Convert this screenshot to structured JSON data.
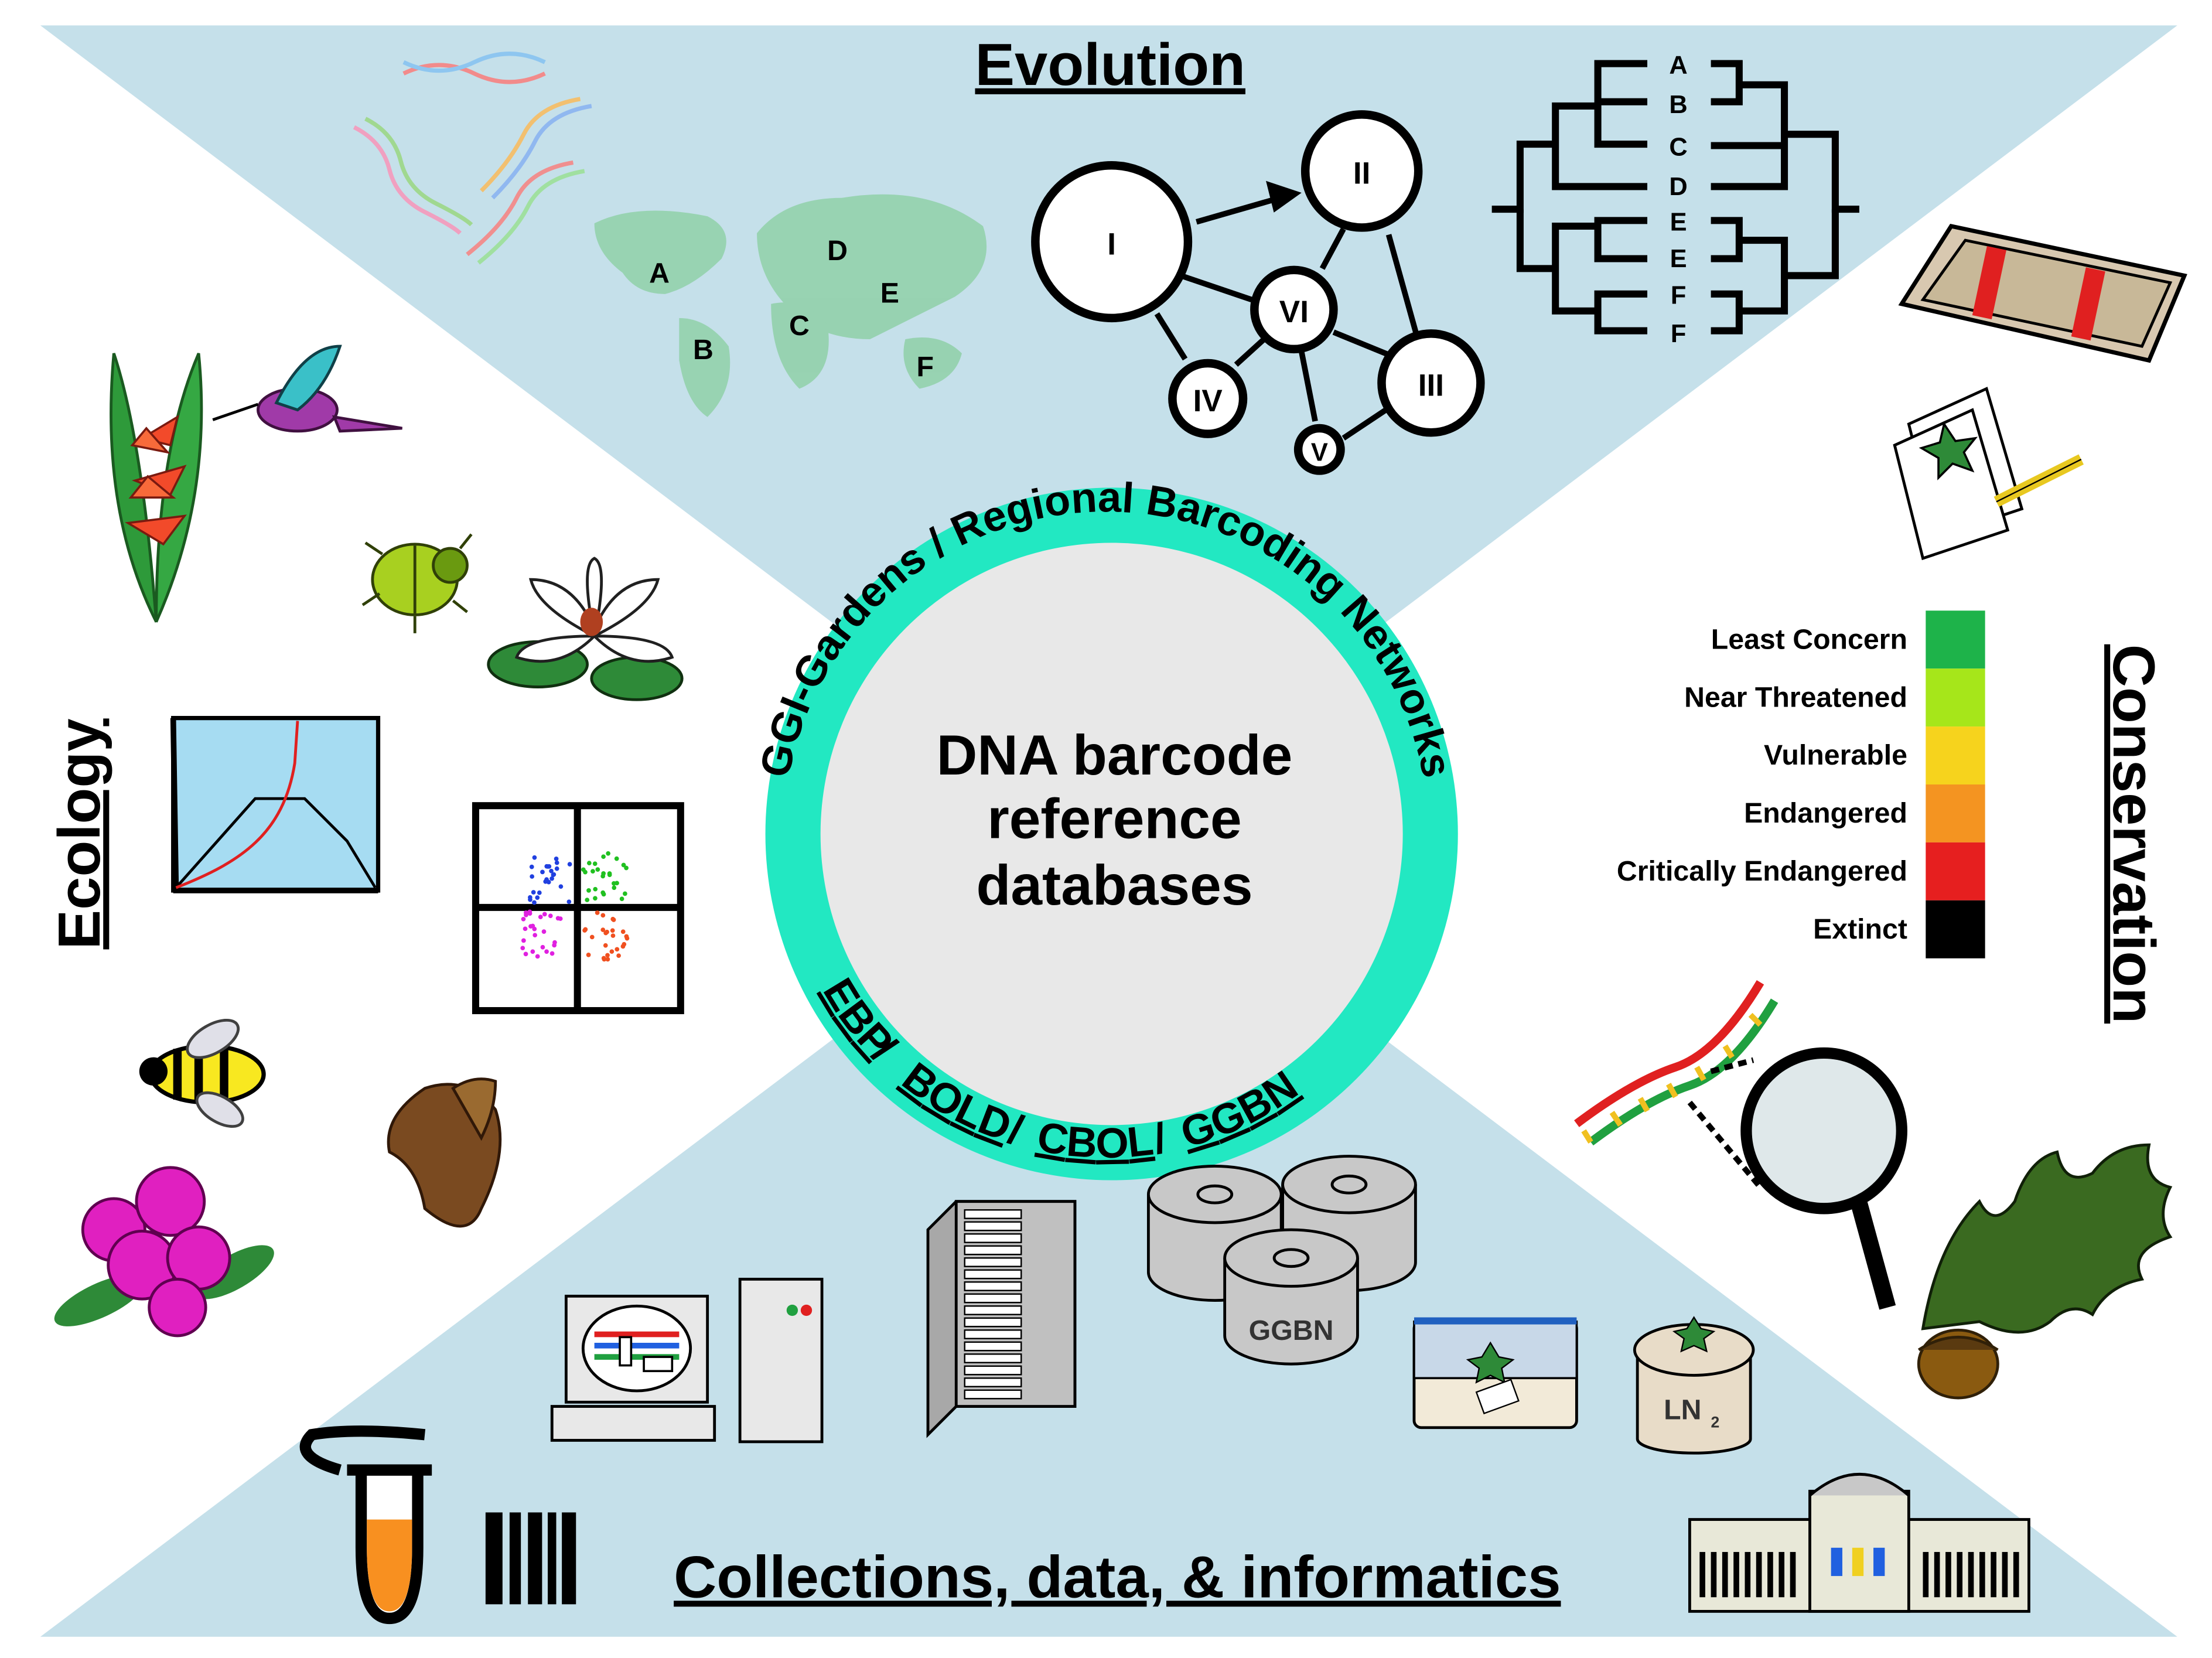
{
  "center": {
    "title_lines": [
      "DNA barcode",
      "reference",
      "databases"
    ],
    "ring_label_top": "GGI-Gardens / Regional Barcoding Networks",
    "ring_networks": [
      "GGBN",
      "CBOL",
      "BOLD",
      "EBP"
    ],
    "separator": "/"
  },
  "sections": {
    "evolution": "Evolution",
    "ecology": "Ecology",
    "conservation": "Conservation",
    "collections": "Collections, data, & informatics"
  },
  "evolution": {
    "map_regions": [
      "A",
      "B",
      "C",
      "D",
      "E",
      "F"
    ],
    "network_nodes": [
      "I",
      "II",
      "III",
      "IV",
      "V",
      "VI"
    ],
    "tree_tips": [
      "A",
      "B",
      "C",
      "D",
      "E",
      "E",
      "F",
      "F"
    ]
  },
  "conservation": {
    "red_list": [
      {
        "label": "Least Concern",
        "color": "#1eb34a"
      },
      {
        "label": "Near Threatened",
        "color": "#a6e61a"
      },
      {
        "label": "Vulnerable",
        "color": "#f6d31d"
      },
      {
        "label": "Endangered",
        "color": "#f49421"
      },
      {
        "label": "Critically Endangered",
        "color": "#e61f1f"
      },
      {
        "label": "Extinct",
        "color": "#000000"
      }
    ]
  },
  "collections": {
    "biobank_label": "GGBN",
    "nitrogen_label": "LN",
    "nitrogen_subscript": "2"
  },
  "colors": {
    "triangle_fill": "#c5e0ea",
    "ring": "#22e8c2",
    "center_fill": "#e8e8e8"
  }
}
